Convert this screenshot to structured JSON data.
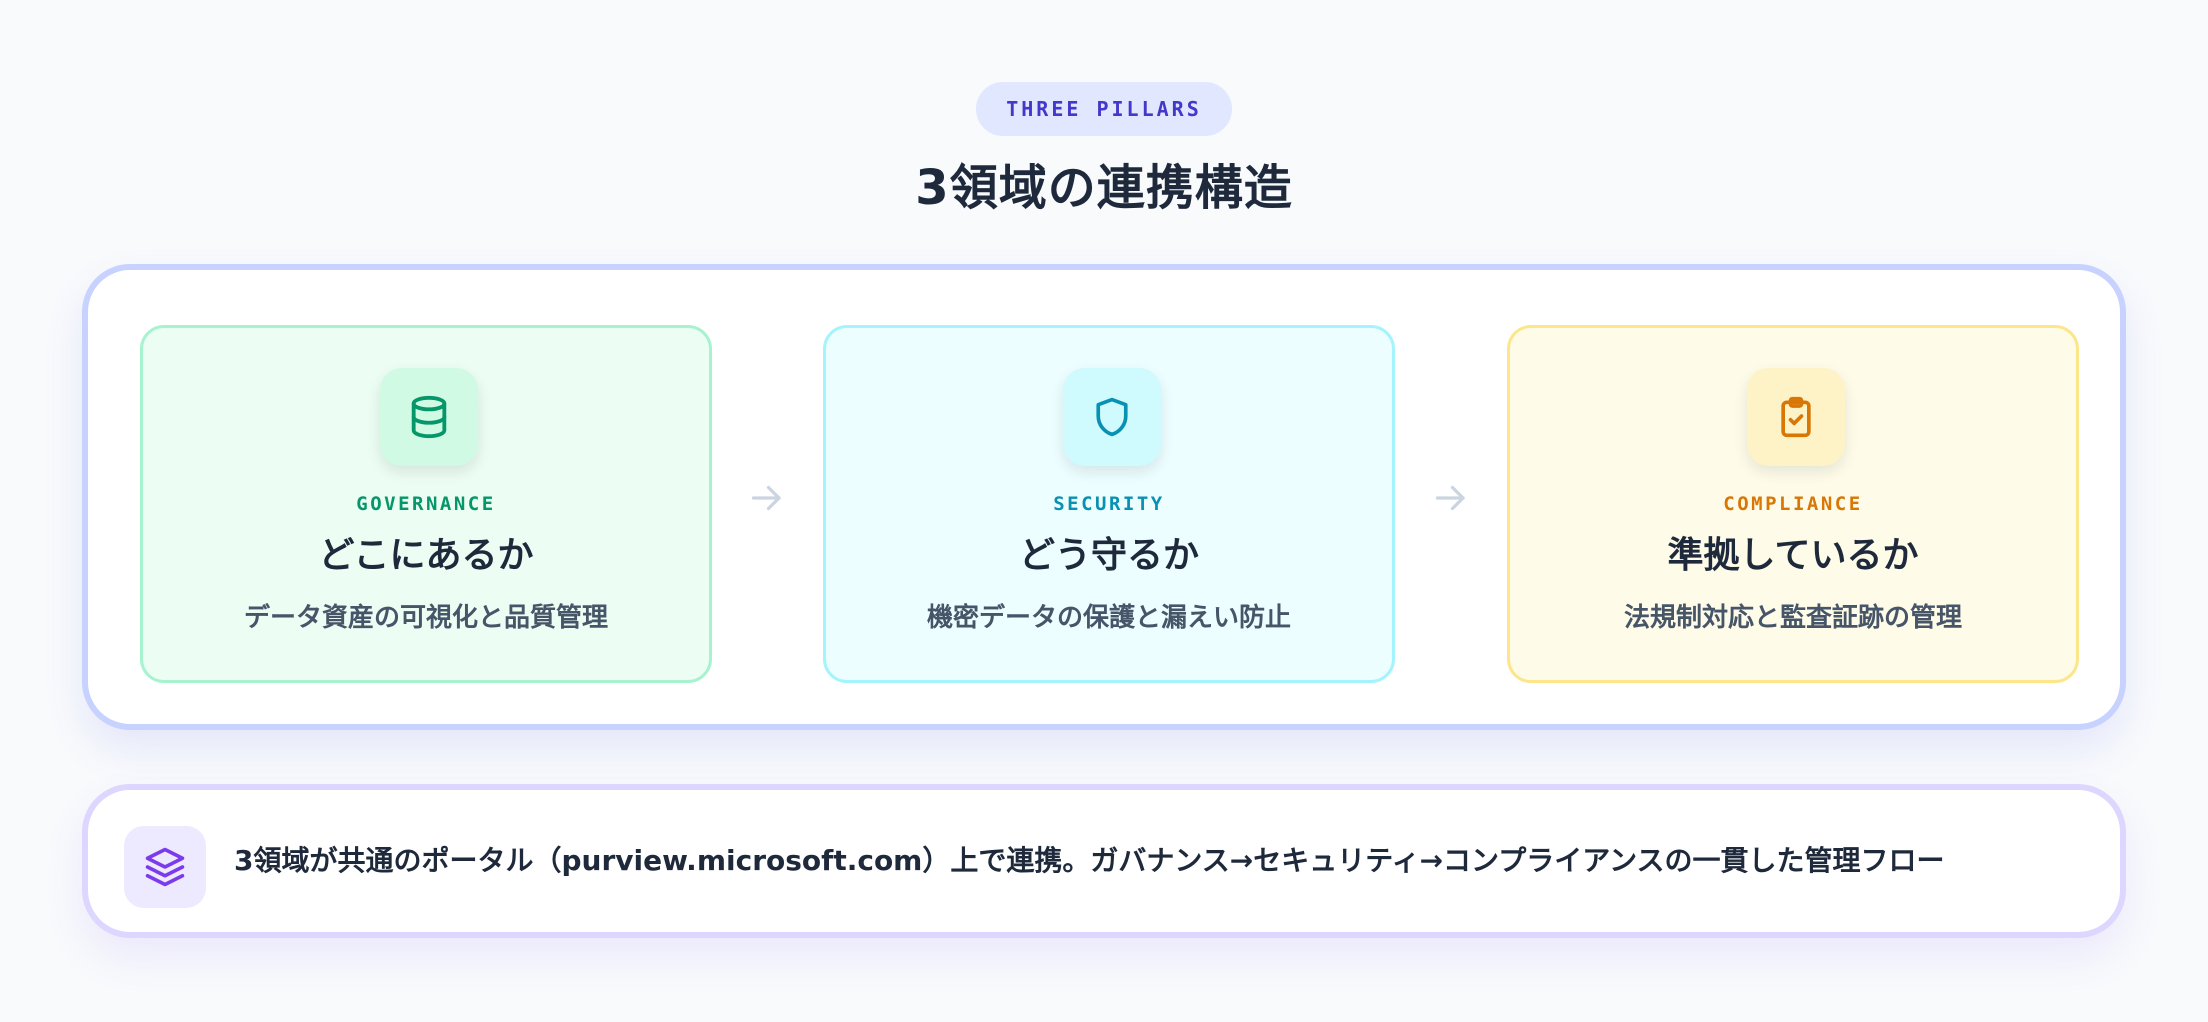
{
  "header": {
    "eyebrow": "THREE PILLARS",
    "title": "3領域の連携構造"
  },
  "pillars": [
    {
      "tag": "GOVERNANCE",
      "heading": "どこにあるか",
      "description": "データ資産の可視化と品質管理",
      "icon": "database-icon",
      "accent": "#059669"
    },
    {
      "tag": "SECURITY",
      "heading": "どう守るか",
      "description": "機密データの保護と漏えい防止",
      "icon": "shield-icon",
      "accent": "#0891b2"
    },
    {
      "tag": "COMPLIANCE",
      "heading": "準拠しているか",
      "description": "法規制対応と監査証跡の管理",
      "icon": "clipboard-check-icon",
      "accent": "#d97706"
    }
  ],
  "connectors": [
    "arrow-right-icon",
    "arrow-right-icon"
  ],
  "footer": {
    "icon": "layers-icon",
    "text": "3領域が共通のポータル（purview.microsoft.com）上で連携。ガバナンス→セキュリティ→コンプライアンスの一貫した管理フロー"
  },
  "colors": {
    "eyebrow_bg": "#e0e7ff",
    "eyebrow_text": "#4338ca",
    "panel_border": "#c7d2fe",
    "footer_border": "#ddd6fe",
    "footer_icon": "#7c3aed"
  }
}
